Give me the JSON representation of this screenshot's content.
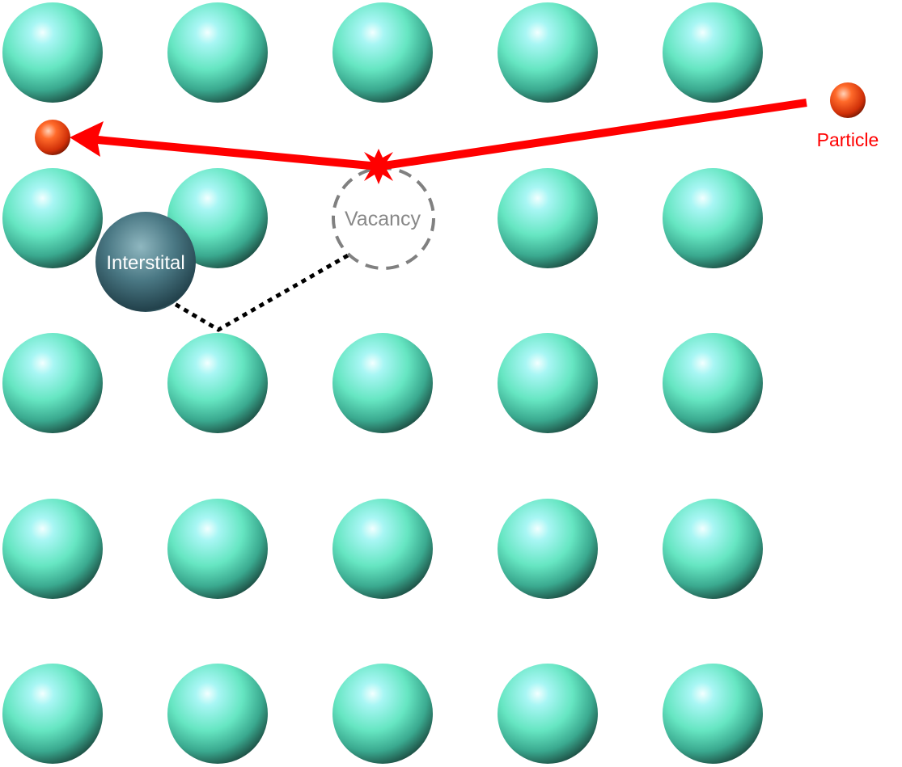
{
  "labels": {
    "particle": "Particle",
    "vacancy": "Vacancy",
    "interstitial": "Interstital"
  },
  "colors": {
    "lattice_atom": "#66e6c2",
    "lattice_atom_shadow": "#1d4f44",
    "interstitial_atom": "#4a7884",
    "particle": "#e03a10",
    "trajectory": "#ff0000",
    "vacancy_outline": "#808080",
    "displacement_path": "#000000"
  },
  "lattice": {
    "rows": 5,
    "columns": 5,
    "vacant_site": {
      "row": 2,
      "column": 3
    }
  },
  "icons": {
    "collision": "collision-burst-icon",
    "arrow": "arrowhead-icon"
  }
}
